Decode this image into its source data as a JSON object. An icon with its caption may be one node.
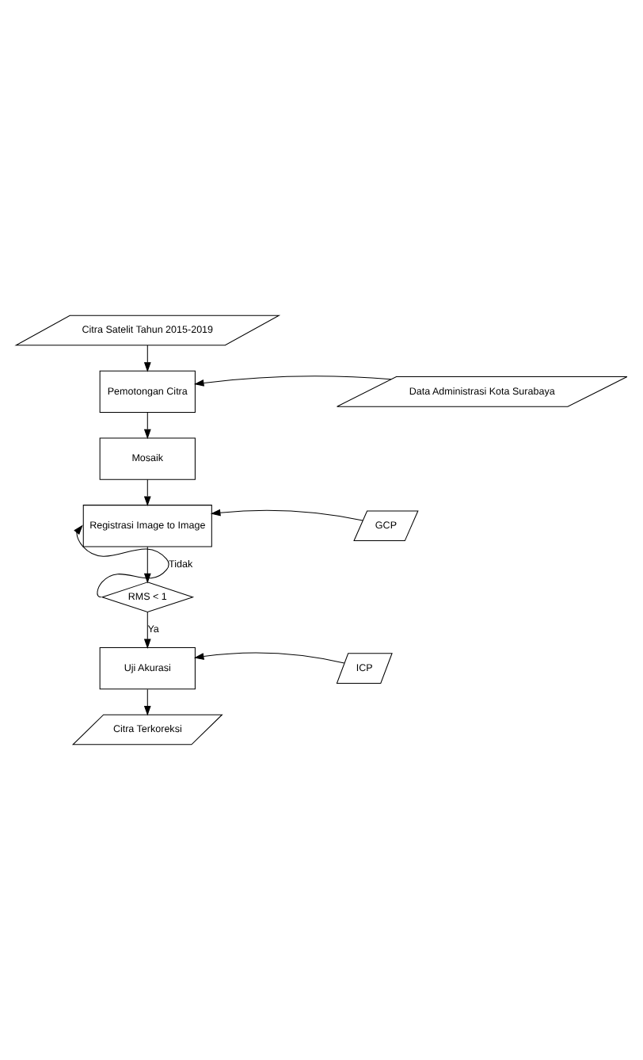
{
  "diagram": {
    "nodes": [
      {
        "text": [
          "Citra Satelit Tahun 2015-2019"
        ]
      },
      {
        "text": [
          "Pemotongan Citra"
        ]
      },
      {
        "text": [
          "Data Administrasi Kota Surabaya"
        ]
      },
      {
        "text": [
          "Mosaik"
        ]
      },
      {
        "text": [
          "Registrasi Image to Image"
        ]
      },
      {
        "text": [
          "GCP"
        ]
      },
      {
        "text": [
          "RMS < 1"
        ]
      },
      {
        "text": [
          "Uji Akurasi"
        ]
      },
      {
        "text": [
          "ICP"
        ]
      },
      {
        "text": [
          "Citra Terkoreksi"
        ]
      }
    ],
    "edges": [
      {
        "from": 0,
        "to": 1,
        "arrow": "to"
      },
      {
        "from": 2,
        "to": 1,
        "arrow": "to"
      },
      {
        "from": 1,
        "to": 3,
        "arrow": "to"
      },
      {
        "from": 3,
        "to": 4,
        "arrow": "to"
      },
      {
        "from": 5,
        "to": 4,
        "arrow": "to"
      },
      {
        "from": 4,
        "to": 6,
        "arrow": "to"
      },
      {
        "from": 6,
        "to": 4,
        "arrow": "to",
        "label": "Tidak"
      },
      {
        "from": 6,
        "to": 7,
        "arrow": "to",
        "label": "Ya"
      },
      {
        "from": 8,
        "to": 7,
        "arrow": "to"
      },
      {
        "from": 7,
        "to": 9,
        "arrow": "to"
      }
    ]
  }
}
